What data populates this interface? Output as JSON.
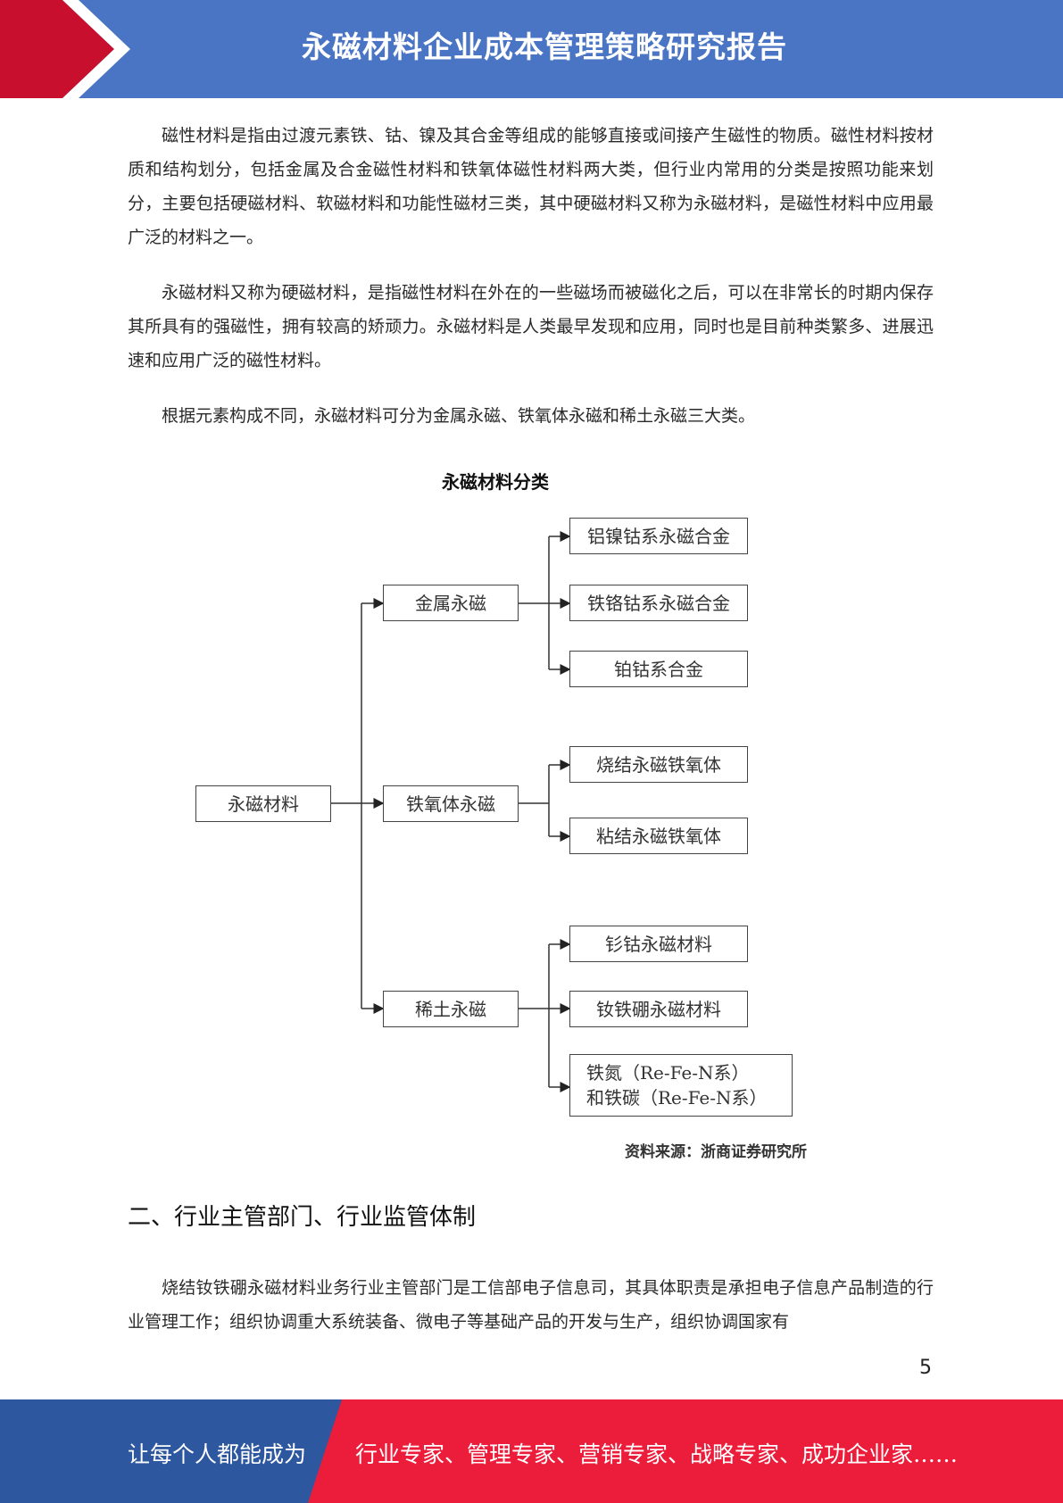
{
  "header": {
    "title": "永磁材料企业成本管理策略研究报告"
  },
  "paragraphs": {
    "p1": "磁性材料是指由过渡元素铁、钴、镍及其合金等组成的能够直接或间接产生磁性的物质。磁性材料按材质和结构划分，包括金属及合金磁性材料和铁氧体磁性材料两大类，但行业内常用的分类是按照功能来划分，主要包括硬磁材料、软磁材料和功能性磁材三类，其中硬磁材料又称为永磁材料，是磁性材料中应用最广泛的材料之一。",
    "p2": "永磁材料又称为硬磁材料，是指磁性材料在外在的一些磁场而被磁化之后，可以在非常长的时期内保存其所具有的强磁性，拥有较高的矫顽力。永磁材料是人类最早发现和应用，同时也是目前种类繁多、进展迅速和应用广泛的磁性材料。",
    "p3": "根据元素构成不同，永磁材料可分为金属永磁、铁氧体永磁和稀土永磁三大类。",
    "p4": "烧结钕铁硼永磁材料业务行业主管部门是工信部电子信息司，其具体职责是承担电子信息产品制造的行业管理工作；组织协调重大系统装备、微电子等基础产品的开发与生产，组织协调国家有"
  },
  "diagram": {
    "title": "永磁材料分类",
    "root": "永磁材料",
    "branches": [
      {
        "label": "金属永磁",
        "leaves": [
          "铝镍钴系永磁合金",
          "铁铬钴系永磁合金",
          "铂钴系合金"
        ]
      },
      {
        "label": "铁氧体永磁",
        "leaves": [
          "烧结永磁铁氧体",
          "粘结永磁铁氧体"
        ]
      },
      {
        "label": "稀土永磁",
        "leaves": [
          "钐钴永磁材料",
          "钕铁硼永磁材料"
        ],
        "multi_leaf": [
          "铁氮（Re-Fe-N系）",
          "和铁碳（Re-Fe-N系）"
        ]
      }
    ],
    "source": "资料来源：浙商证券研究所"
  },
  "section": {
    "heading": "二、行业主管部门、行业监管体制"
  },
  "page": {
    "number": "5"
  },
  "footer": {
    "left": "让每个人都能成为",
    "right": "行业专家、管理专家、营销专家、战略专家、成功企业家……"
  },
  "colors": {
    "header_blue": "#4a74c4",
    "accent_red": "#c8102e",
    "footer_red": "#ec1d3b",
    "footer_blue": "#2d579e"
  }
}
